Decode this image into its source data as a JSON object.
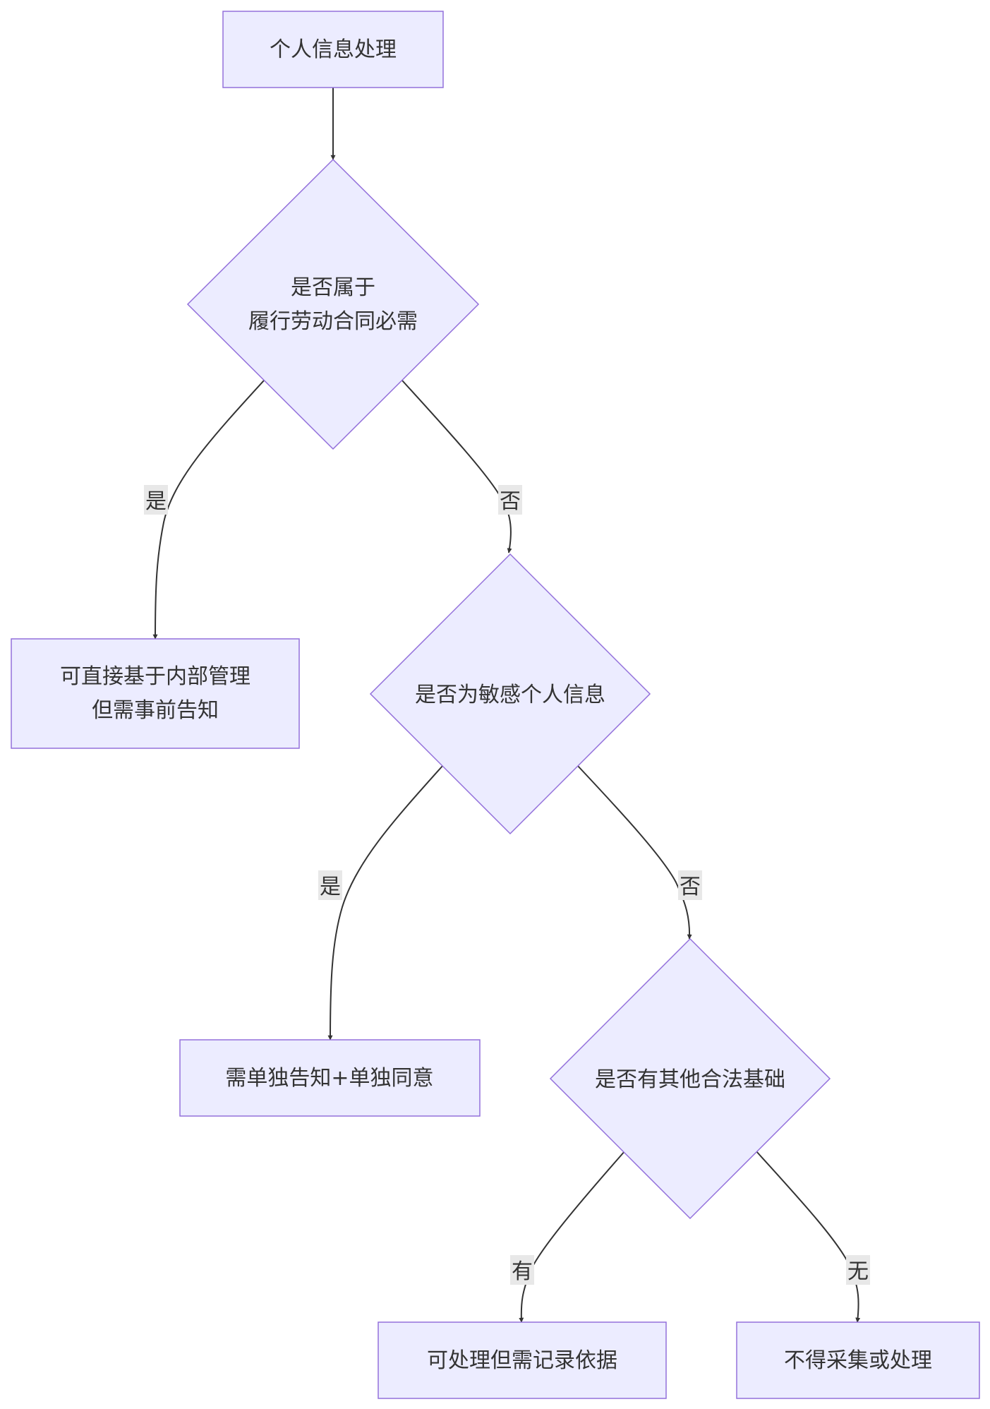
{
  "nodes": {
    "start": {
      "label": "个人信息处理"
    },
    "decision_contract": {
      "line1": "是否属于",
      "line2": "履行劳动合同必需"
    },
    "result_direct": {
      "line1": "可直接基于内部管理",
      "line2": "但需事前告知"
    },
    "decision_sensitive": {
      "label": "是否为敏感个人信息"
    },
    "result_consent": {
      "label": "需单独告知+单独同意"
    },
    "decision_legal": {
      "label": "是否有其他合法基础"
    },
    "result_record": {
      "label": "可处理但需记录依据"
    },
    "result_forbidden": {
      "label": "不得采集或处理"
    }
  },
  "edges": {
    "contract_yes": "是",
    "contract_no": "否",
    "sensitive_yes": "是",
    "sensitive_no": "否",
    "legal_yes": "有",
    "legal_no": "无"
  },
  "colors": {
    "node_fill": "#ECECFF",
    "node_stroke": "#9370DB",
    "edge": "#333333",
    "edge_label_bg": "#e8e8e8",
    "text": "#333333"
  }
}
